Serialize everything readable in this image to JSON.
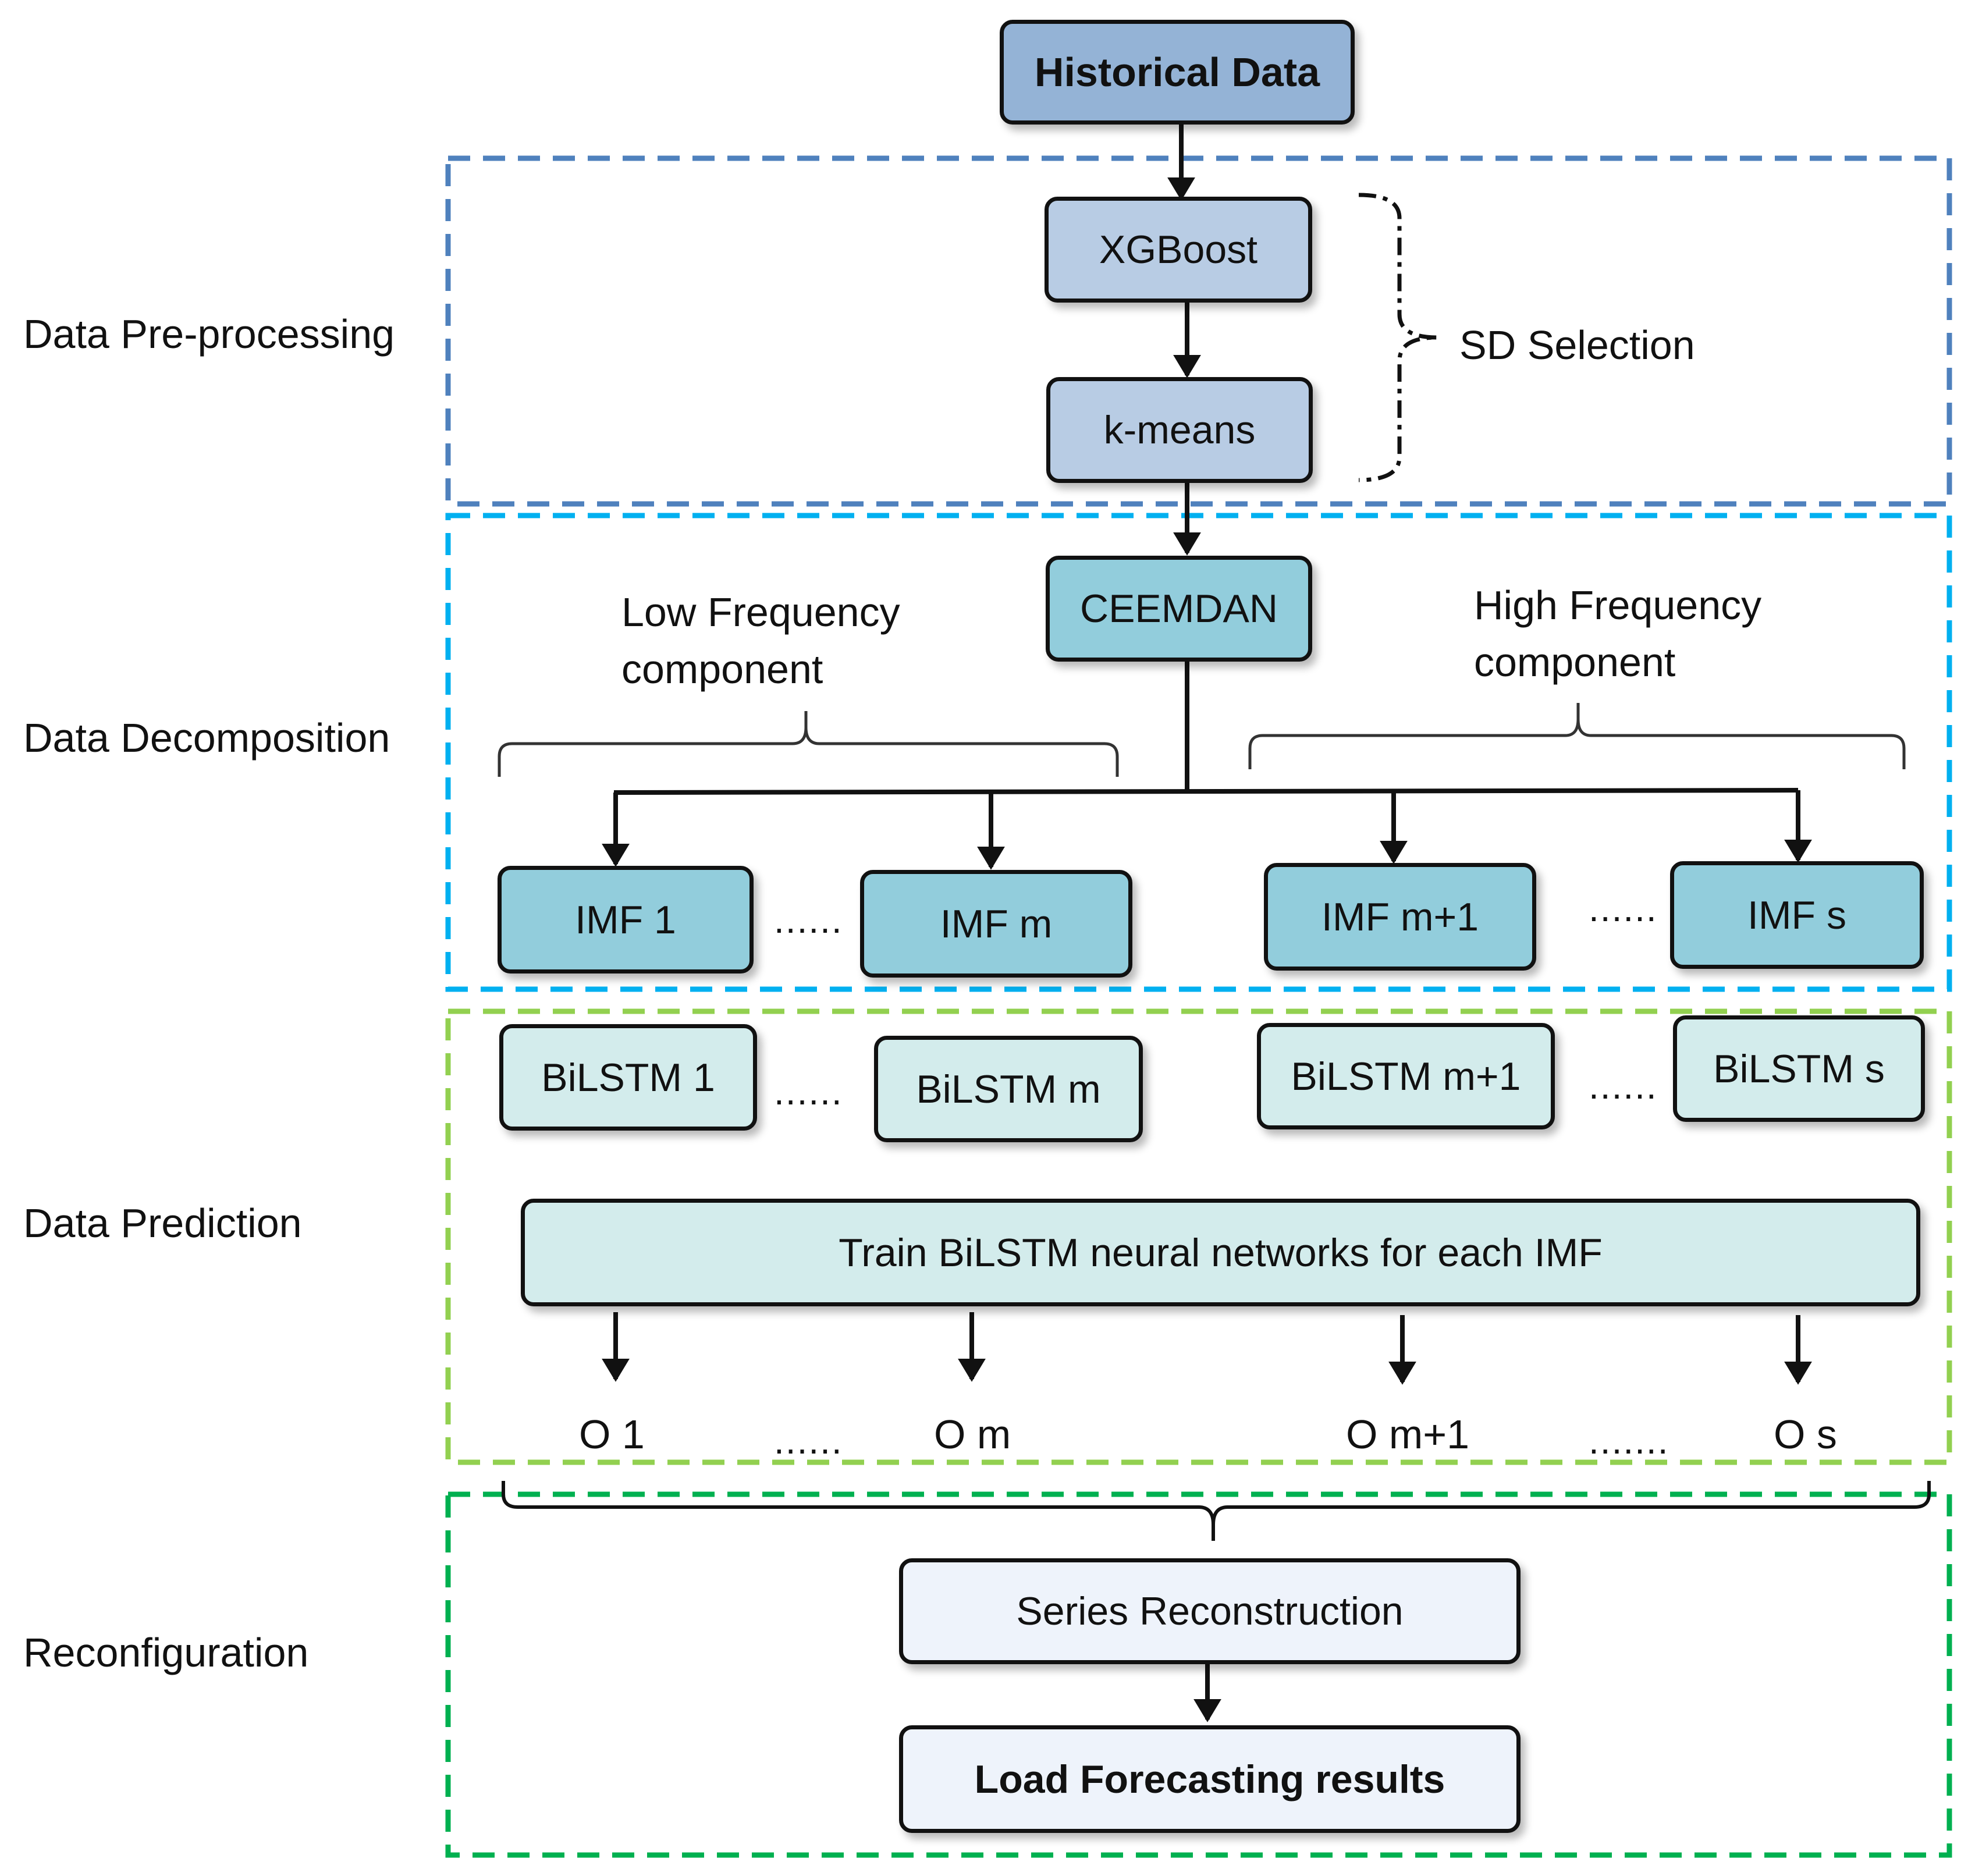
{
  "stages": {
    "preprocessing": "Data Pre-processing",
    "decomposition": "Data Decomposition",
    "prediction": "Data Prediction",
    "reconfiguration": "Reconfiguration"
  },
  "nodes": {
    "historical": "Historical Data",
    "xgboost": "XGBoost",
    "kmeans": "k-means",
    "ceemdan": "CEEMDAN",
    "imf1": "IMF 1",
    "imfm": "IMF m",
    "imfm1": "IMF m+1",
    "imfs": "IMF s",
    "bilstm1": "BiLSTM 1",
    "bilstmm": "BiLSTM m",
    "bilstmm1": "BiLSTM m+1",
    "bilstms": "BiLSTM s",
    "train": "Train BiLSTM neural networks for each IMF",
    "series": "Series Reconstruction",
    "load": "Load Forecasting results"
  },
  "annotations": {
    "sd_selection": "SD Selection",
    "low_freq_line1": "Low Frequency",
    "low_freq_line2": "component",
    "high_freq_line1": "High Frequency",
    "high_freq_line2": "component"
  },
  "outputs": {
    "o1": "O 1",
    "om": "O m",
    "om1": "O m+1",
    "os": "O s"
  },
  "ellipses": {
    "imf_low": "......",
    "imf_high": "......",
    "bil_low": "......",
    "bil_high": "......",
    "out_low": "......",
    "out_high": "......."
  },
  "colors": {
    "preprocessing_frame": "#4f81bd",
    "decomposition_frame": "#00b0f0",
    "prediction_frame": "#92d050",
    "reconfiguration_frame": "#00b050"
  }
}
